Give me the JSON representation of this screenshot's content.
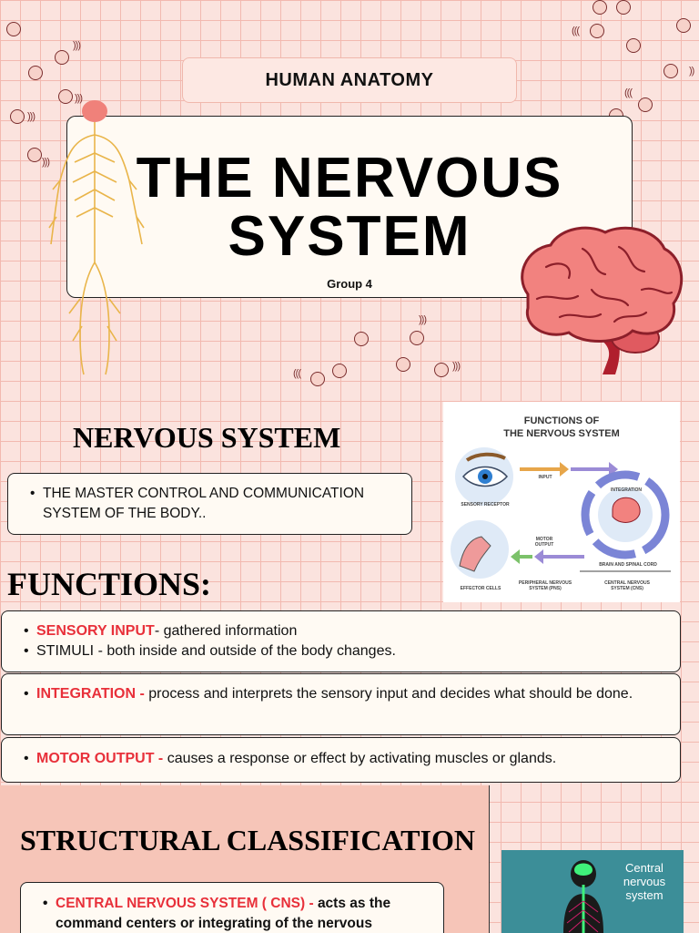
{
  "header": {
    "subject": "HUMAN ANATOMY",
    "title_line1": "THE NERVOUS",
    "title_line2": "SYSTEM",
    "group": "Group 4"
  },
  "nervous_system": {
    "heading": "NERVOUS SYSTEM",
    "definition": "THE MASTER CONTROL AND COMMUNICATION SYSTEM OF THE BODY.."
  },
  "functions": {
    "heading": "FUNCTIONS:",
    "items": [
      {
        "lines": [
          {
            "term": "SENSORY INPUT",
            "text": "- gathered information"
          },
          {
            "term": "",
            "text": "STIMULI - both inside and outside of the body changes."
          }
        ]
      },
      {
        "lines": [
          {
            "term": "INTEGRATION - ",
            "text": " process and interprets the sensory input and decides what should be done."
          }
        ]
      },
      {
        "lines": [
          {
            "term": "MOTOR OUTPUT - ",
            "text": "causes a response or effect by activating muscles or glands."
          }
        ]
      }
    ]
  },
  "diagram": {
    "title_line1": "FUNCTIONS OF",
    "title_line2": "THE NERVOUS SYSTEM",
    "input": "INPUT",
    "integration": "INTEGRATION",
    "motor_output": "MOTOR OUTPUT",
    "sensory_receptor": "SENSORY RECEPTOR",
    "effector_cells": "EFFECTOR CELLS",
    "pns": "PERIPHERAL NERVOUS SYSTEM (PNS)",
    "brain": "BRAIN AND SPINAL CORD",
    "cns": "CENTRAL NERVOUS SYSTEM (CNS)"
  },
  "structural": {
    "heading": "STRUCTURAL CLASSIFICATION",
    "cns_term": "CENTRAL NERVOUS SYSTEM ( CNS) - ",
    "cns_text": "acts as the command centers or integrating of the nervous"
  },
  "cns_card": {
    "label": "Central nervous system"
  },
  "colors": {
    "background": "#fbe3de",
    "grid": "#f2b9b0",
    "accent_red": "#e8303a",
    "card": "#fffaf3",
    "teal_card": "#3c8e98"
  }
}
